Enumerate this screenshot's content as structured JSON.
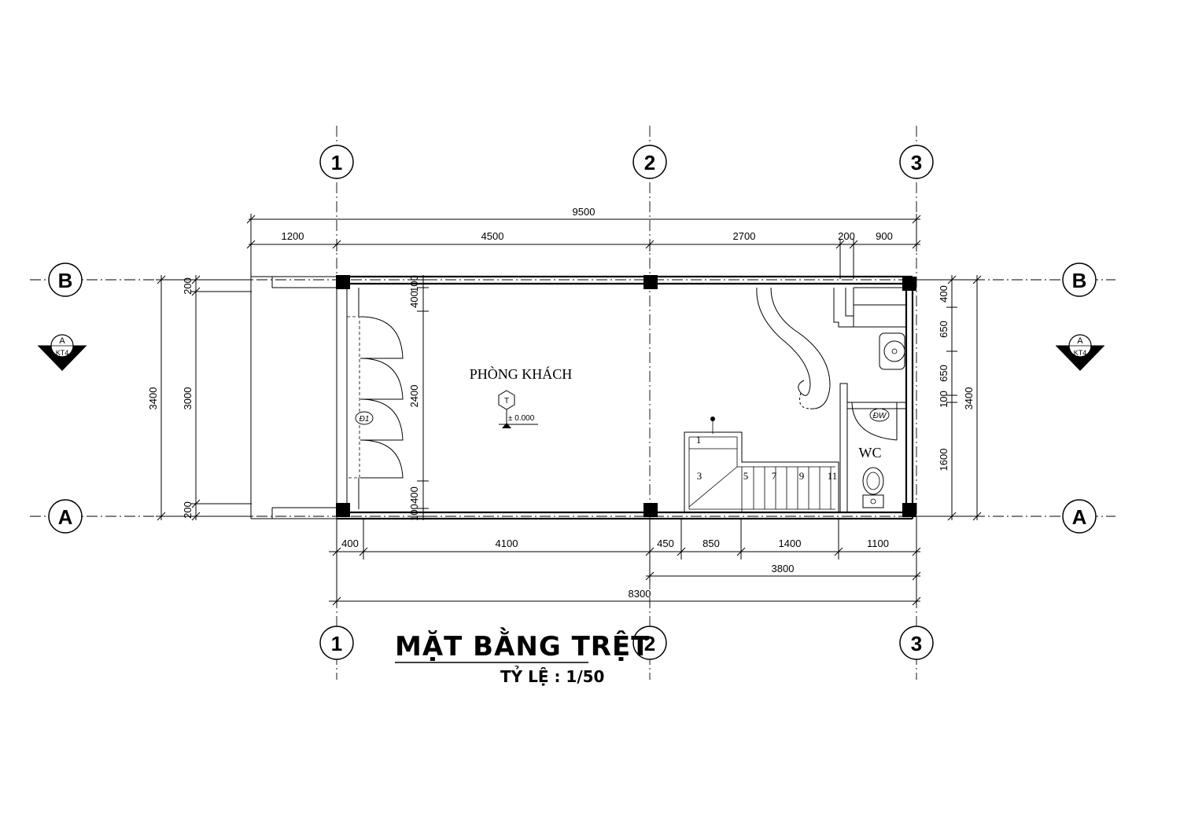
{
  "title": "MẶT BẰNG TRỆT",
  "scale": "TỶ LỆ : 1/50",
  "room_living": "PHÒNG KHÁCH",
  "room_wc": "WC",
  "level_mark": "T",
  "level_value": "± 0.000",
  "door_d1": "Đ1",
  "door_dw": "ĐW",
  "section_marker": {
    "letter": "A",
    "sheet": "KT4"
  },
  "axes": {
    "col_1": "1",
    "col_2": "2",
    "col_3": "3",
    "row_a": "A",
    "row_b": "B"
  },
  "stair_steps": [
    "1",
    "3",
    "5",
    "7",
    "9",
    "11"
  ],
  "dimensions": {
    "top_total": "9500",
    "top_1": "1200",
    "top_2": "4500",
    "top_3": "2700",
    "top_4": "200",
    "top_5": "900",
    "bottom_1": "400",
    "bottom_2": "4100",
    "bottom_3": "450",
    "bottom_4": "850",
    "bottom_5": "1400",
    "bottom_6": "1100",
    "bottom_sub": "3800",
    "bottom_total": "8300",
    "left_total": "3400",
    "left_mid": "3000",
    "left_top": "200",
    "left_bot": "200",
    "inner_400_top": "400",
    "inner_100_top": "100",
    "inner_2400": "2400",
    "inner_400_bot": "400",
    "inner_100_bot": "100",
    "right_400": "400",
    "right_650a": "650",
    "right_650b": "650",
    "right_100": "100",
    "right_1600": "1600",
    "right_total": "3400"
  }
}
